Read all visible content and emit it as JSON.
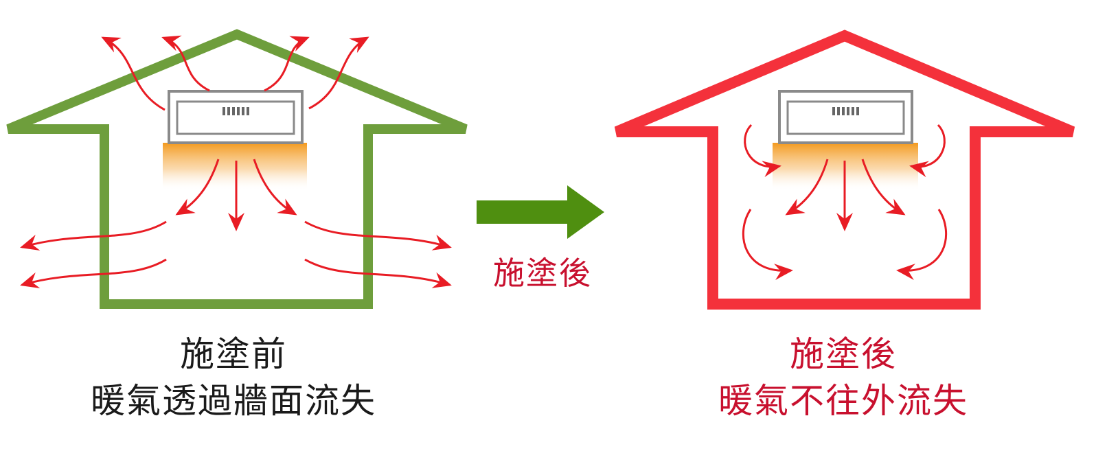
{
  "colors": {
    "green": "#6e9e3c",
    "green_arrow": "#4f8f10",
    "red": "#f4313b",
    "airflow": "#e81c24",
    "text_red": "#c8102e",
    "text_dark": "#1a1a1a"
  },
  "icons": {
    "ac_unit": "air-conditioner-icon",
    "transition_arrow": "right-arrow-icon"
  },
  "arrow_label": "施塗後",
  "before": {
    "title": "施塗前",
    "subtitle": "暖氣透過牆面流失"
  },
  "after": {
    "title": "施塗後",
    "subtitle": "暖氣不往外流失"
  }
}
